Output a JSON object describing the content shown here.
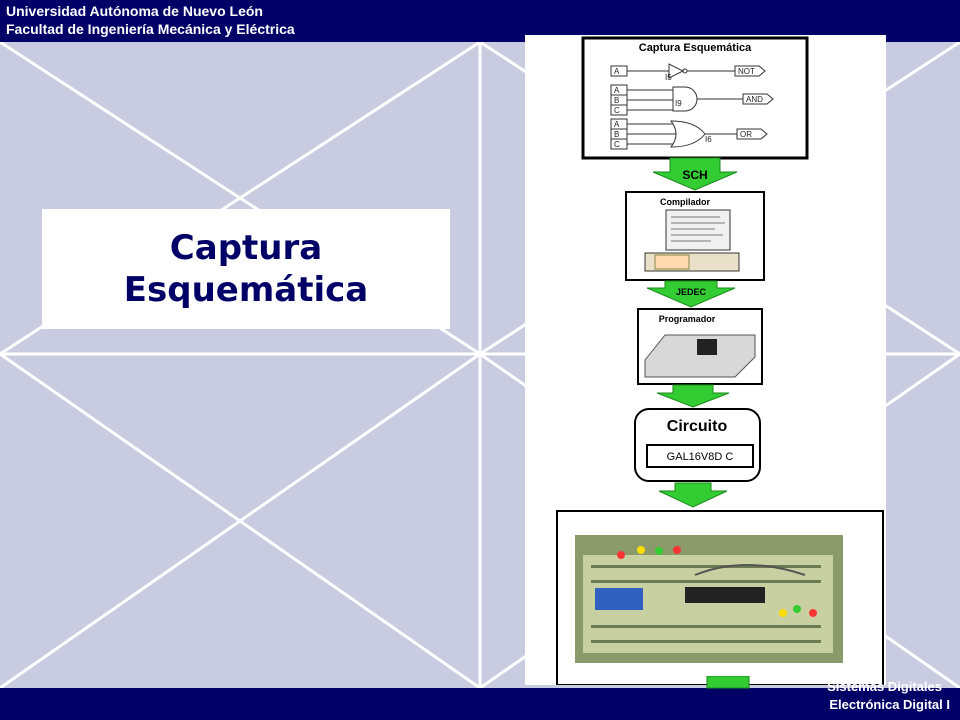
{
  "header": {
    "line1": "Universidad Autónoma de Nuevo León",
    "line2": "Facultad de Ingeniería Mecánica y Eléctrica"
  },
  "footer": {
    "line1": "Sistemas Digitales",
    "line2": "Electrónica Digital I"
  },
  "slide": {
    "title": "Captura Esquemática"
  },
  "flowchart": {
    "schematic_title": "Captura Esquemática",
    "gates": [
      {
        "inputs": [
          "A"
        ],
        "id": "I5",
        "output": "NOT"
      },
      {
        "inputs": [
          "A",
          "B",
          "C"
        ],
        "id": "I9",
        "output": "AND"
      },
      {
        "inputs": [
          "A",
          "B",
          "C"
        ],
        "id": "I6",
        "output": "OR"
      }
    ],
    "arrow1": "SCH",
    "compiler": "Compilador",
    "arrow2": "JEDEC",
    "programmer": "Programador",
    "circuit": "Circuito",
    "chip": "GAL16V8D C"
  },
  "colors": {
    "bar": "#000066",
    "background": "#c9cbe0",
    "arrow": "#33cc33"
  }
}
